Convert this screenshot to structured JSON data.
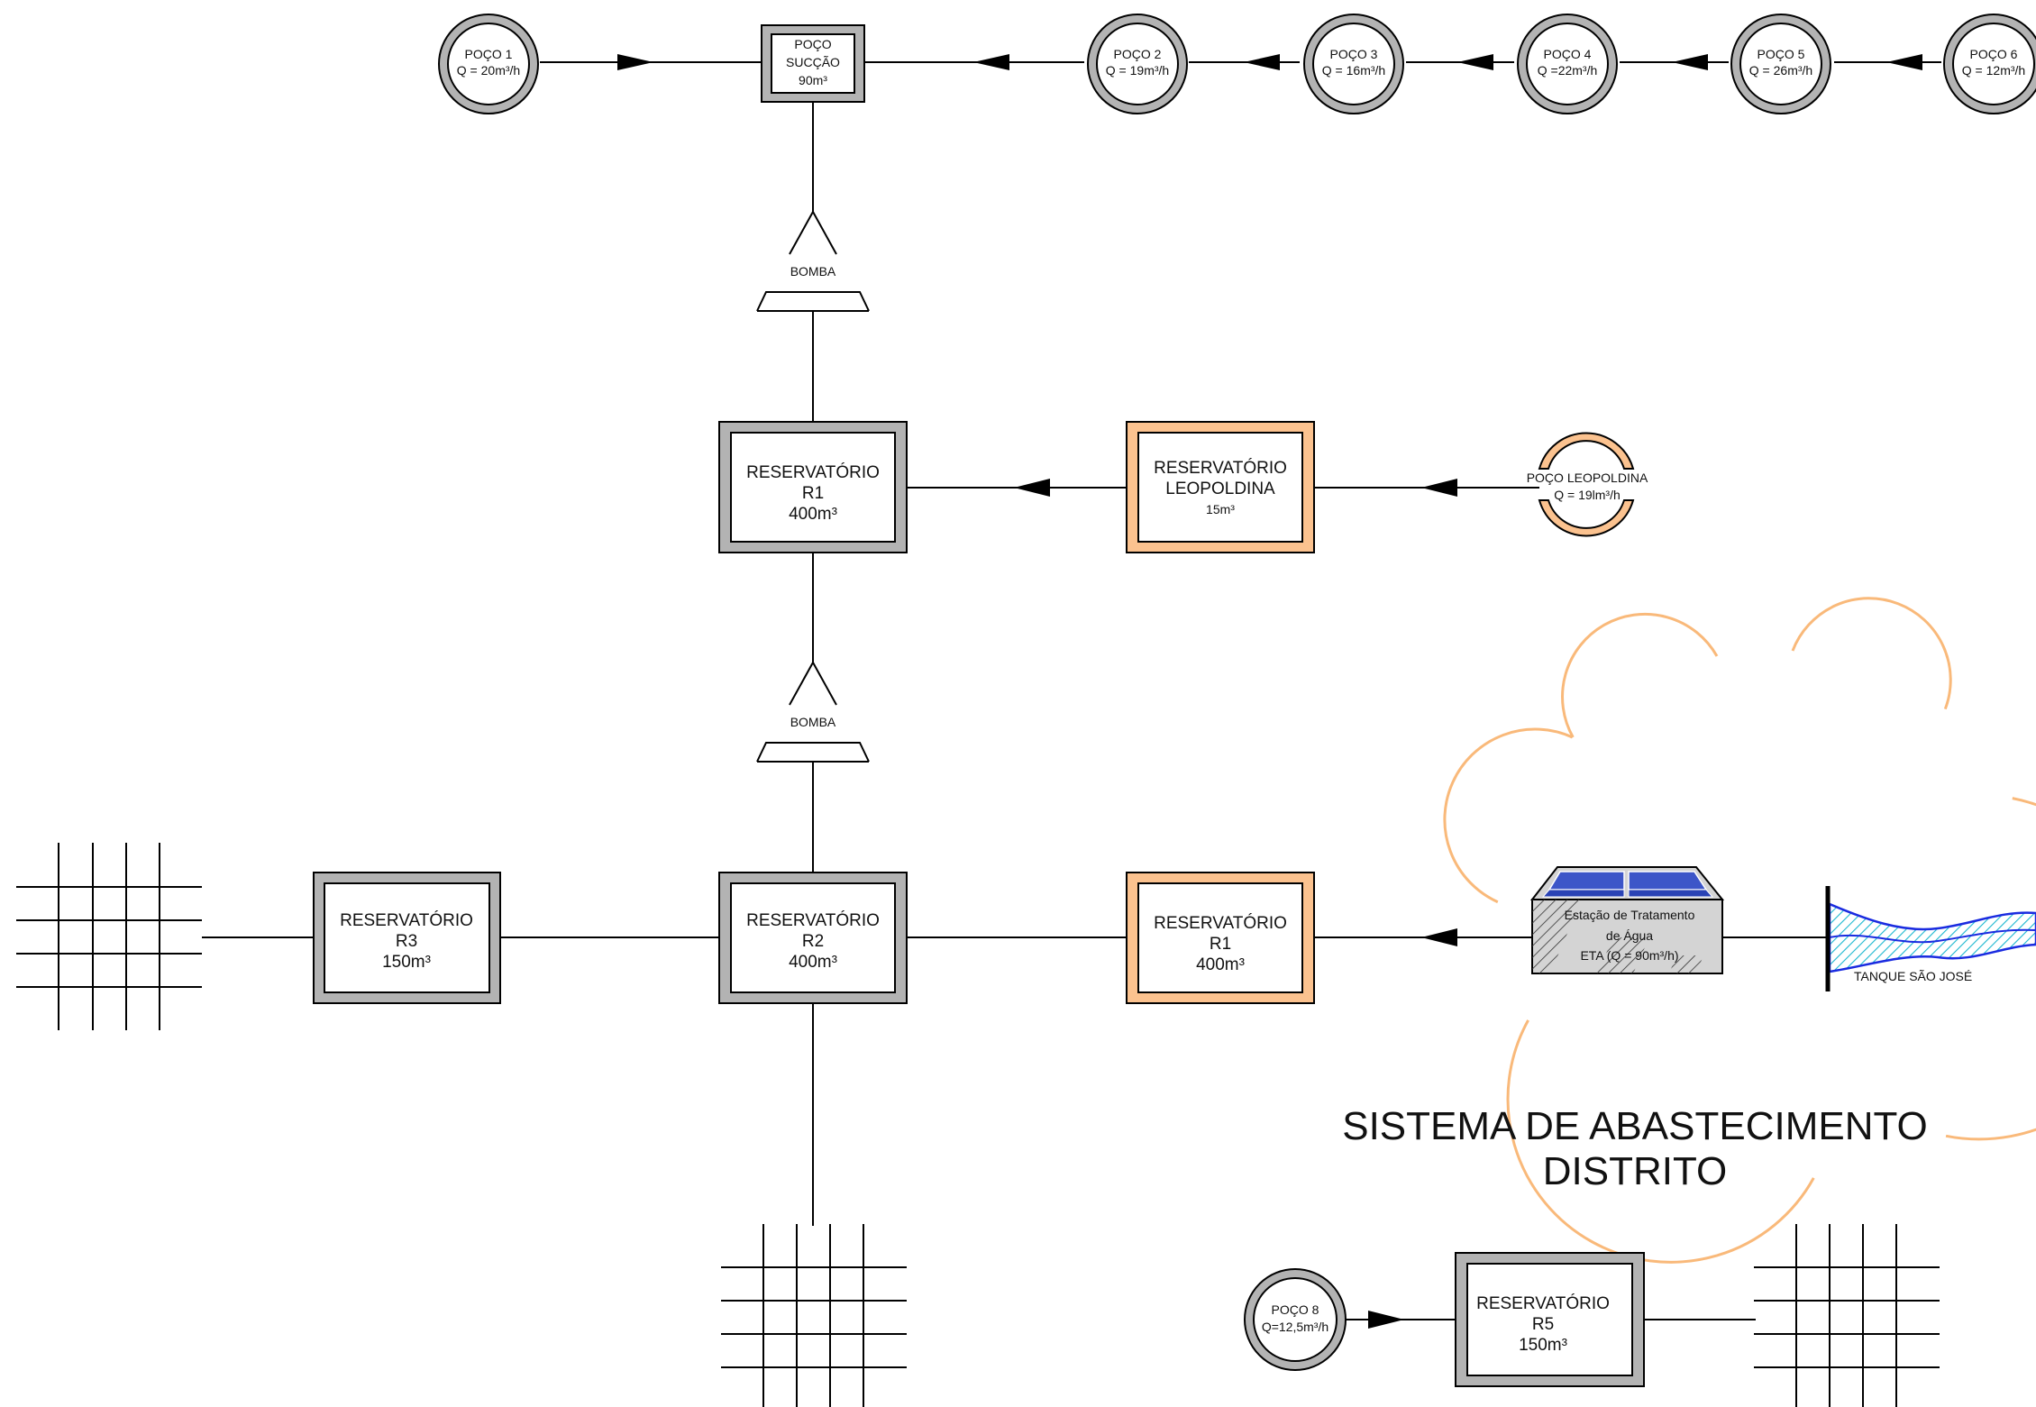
{
  "diagram_title": [
    "SISTEMA DE ABASTECIMENTO",
    "DISTRITO"
  ],
  "colors": {
    "line": "#000000",
    "gray_frame": "#b3b3b3",
    "orange_frame": "#fbc28f",
    "highlight_circle": "#f9b97a",
    "water_fill": "#5fd3e8",
    "water_stroke": "#1a2be0",
    "eta_body": "#d4d4d4",
    "eta_panel": "#3d56c8"
  },
  "wells": {
    "poco1": {
      "name": "POÇO 1",
      "flow": "Q = 20m³/h"
    },
    "poco2": {
      "name": "POÇO 2",
      "flow": "Q = 19m³/h"
    },
    "poco3": {
      "name": "POÇO 3",
      "flow": "Q = 16m³/h"
    },
    "poco4": {
      "name": "POÇO 4",
      "flow": "Q =22m³/h"
    },
    "poco5": {
      "name": "POÇO 5",
      "flow": "Q = 26m³/h"
    },
    "poco6": {
      "name": "POÇO 6",
      "flow": "Q = 12m³/h"
    },
    "poco8": {
      "name": "POÇO 8",
      "flow": "Q=12,5m³/h"
    },
    "poco_leopoldina": {
      "name": "POÇO LEOPOLDINA",
      "flow": "Q = 19lm³/h"
    }
  },
  "suction_well": {
    "line1": "POÇO",
    "line2": "SUCÇÃO",
    "line3": "90m³"
  },
  "pumps": {
    "pump1": "BOMBA",
    "pump2": "BOMBA"
  },
  "reservoirs": {
    "r1_main": {
      "title": "RESERVATÓRIO",
      "id": "R1",
      "volume": "400m³"
    },
    "leopoldina": {
      "title": "RESERVATÓRIO",
      "id": "LEOPOLDINA",
      "volume": "15m³"
    },
    "r2": {
      "title": "RESERVATÓRIO",
      "id": "R2",
      "volume": "400m³"
    },
    "r3": {
      "title": "RESERVATÓRIO",
      "id": "R3",
      "volume": "150m³"
    },
    "r1_orange": {
      "title": "RESERVATÓRIO",
      "id": "R1",
      "volume": "400m³"
    },
    "r5": {
      "title": "RESERVATÓRIO",
      "id": "R5",
      "volume": "150m³"
    }
  },
  "eta": {
    "line1": "Estação de Tratamento",
    "line2": "de Água",
    "line3": "ETA (Q = 90m³/h)"
  },
  "tank": {
    "name": "TANQUE SÃO JOSÉ"
  }
}
